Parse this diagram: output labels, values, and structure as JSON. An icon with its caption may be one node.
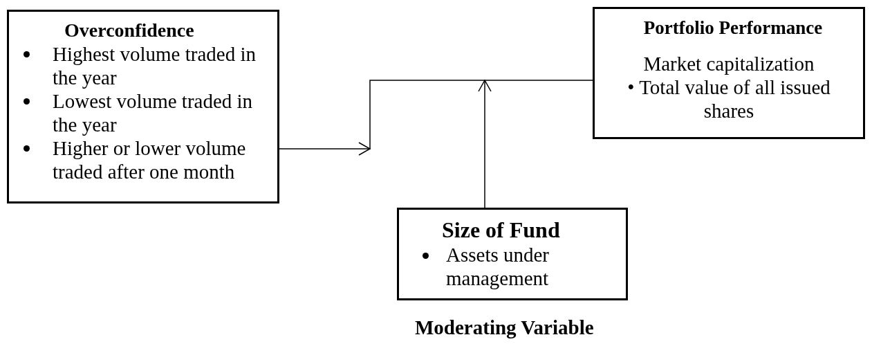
{
  "diagram": {
    "nodes": [
      {
        "text": [
          "Overconfidence",
          "Highest volume traded in the year",
          "Lowest volume traded in the year",
          "Higher or lower volume traded after one month"
        ]
      },
      {
        "text": [
          "Portfolio Performance",
          "Market capitalization",
          "• Total value of all issued shares"
        ]
      },
      {
        "text": [
          "Size of Fund",
          "Assets under management"
        ],
        "beside": [
          "Moderating Variable"
        ]
      }
    ],
    "edges": [
      {
        "from": 0,
        "to": 1,
        "arrow": "to"
      },
      {
        "from": 2,
        "to": null,
        "arrow": "to"
      }
    ]
  }
}
